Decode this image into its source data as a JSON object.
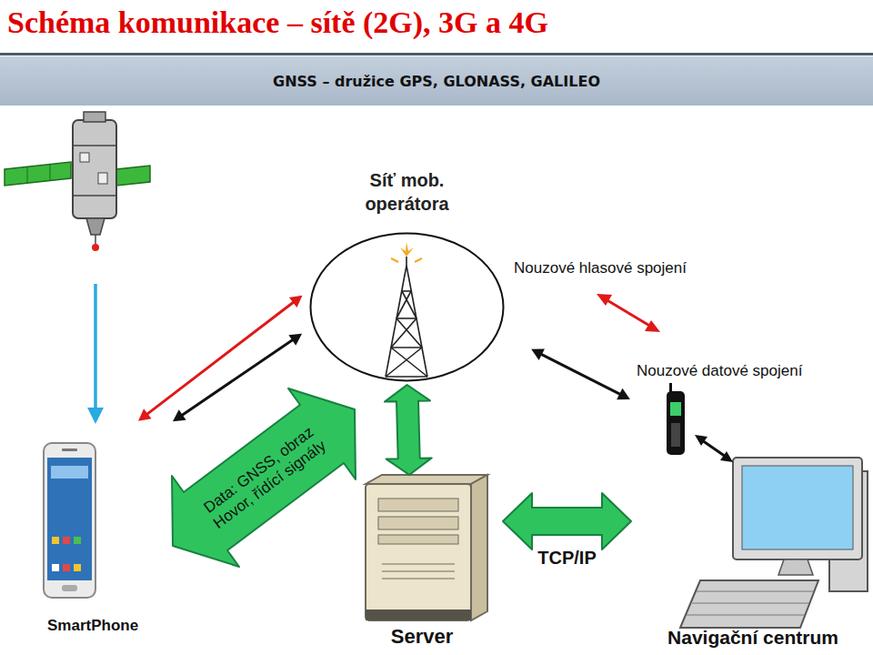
{
  "diagram": {
    "title": "Schéma komunikace – sítě (2G), 3G a 4G",
    "nodes": [
      {
        "text": [
          "GNSS – družice GPS, GLONASS, GALILEO"
        ]
      },
      {
        "text": [
          "Síť mob. operátora"
        ]
      },
      {
        "text": [
          "SmartPhone"
        ]
      },
      {
        "text": [
          "Server"
        ]
      },
      {
        "text": [
          "Navigační centrum"
        ]
      }
    ],
    "edges": [
      {
        "from": 1,
        "to": 2,
        "arrow": "both"
      },
      {
        "from": 1,
        "to": 2,
        "arrow": "both"
      },
      {
        "from": 1,
        "to": 3,
        "arrow": "both"
      },
      {
        "from": 3,
        "to": 4,
        "label": "TCP/IP",
        "arrow": "both"
      },
      {
        "from": 1,
        "to": 4,
        "arrow": "both"
      }
    ],
    "labels": [
      "Nouzové hlasové spojení",
      "Nouzové datové spojení",
      "Data: GNSS, obraz Hovor, řídící signály"
    ]
  }
}
